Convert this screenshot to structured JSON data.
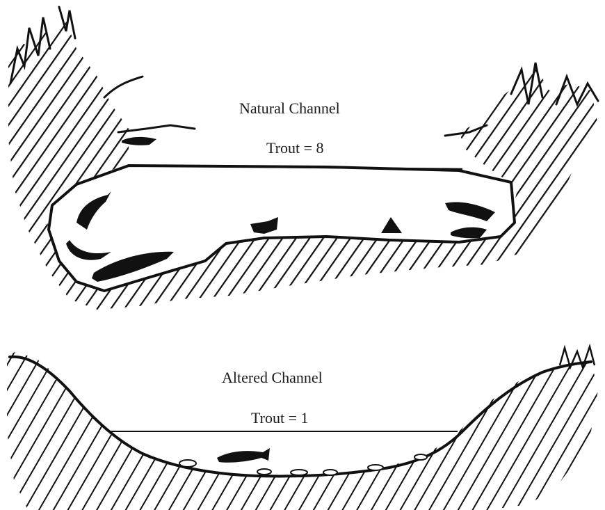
{
  "natural": {
    "title": "Natural Channel",
    "count_label": "Trout = 8"
  },
  "altered": {
    "title": "Altered Channel",
    "count_label": "Trout = 1"
  },
  "colors": {
    "ink": "#111111",
    "paper": "#ffffff"
  }
}
